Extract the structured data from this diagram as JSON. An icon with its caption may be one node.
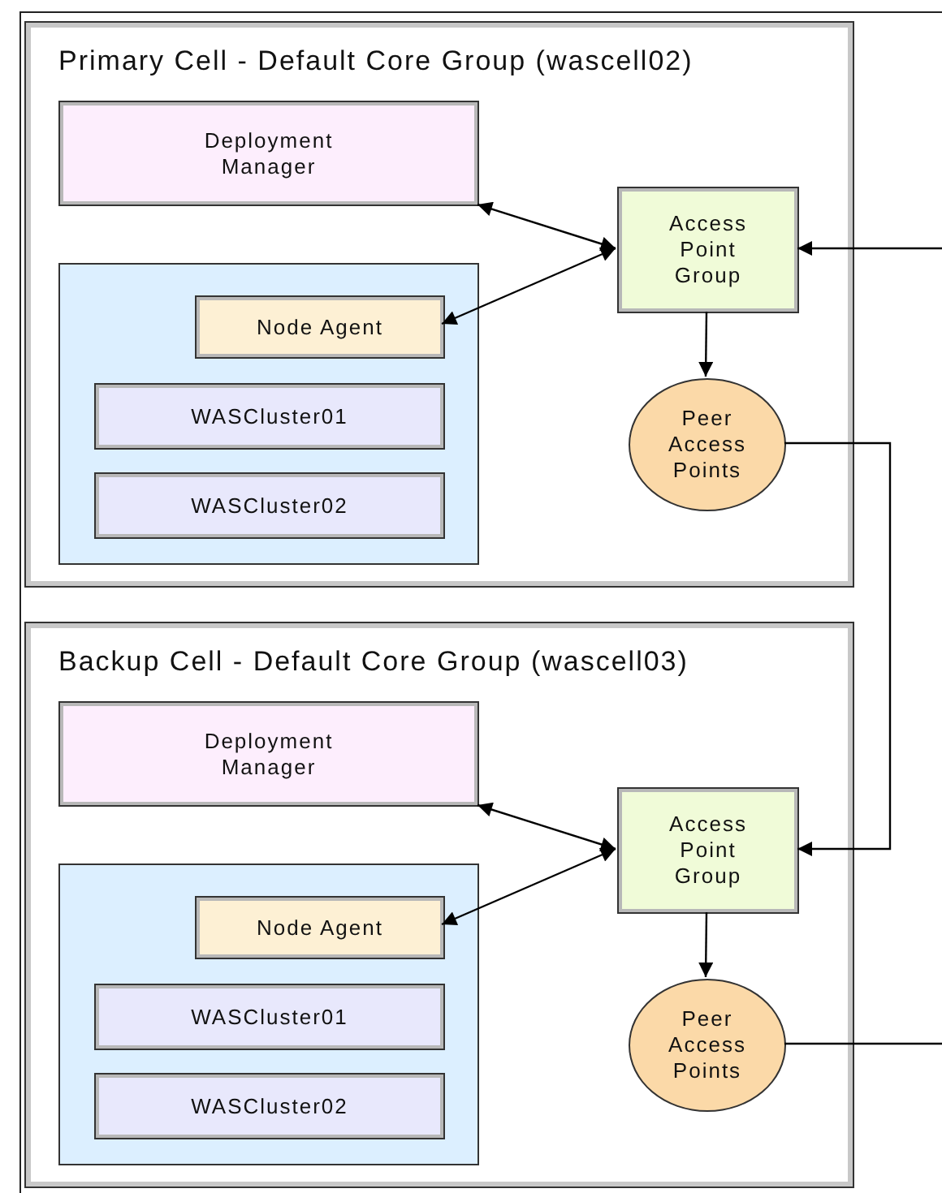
{
  "diagram": {
    "nodes": [
      {
        "text": [
          "Primary Cell - Default Core Group (wascell02)"
        ]
      },
      {
        "text": [
          "Deployment Manager"
        ],
        "in": 0
      },
      {
        "text": [],
        "shape": "box",
        "in": 0
      },
      {
        "text": [
          "Node Agent"
        ],
        "in": 2
      },
      {
        "text": [
          "WASCluster01"
        ],
        "in": 2
      },
      {
        "text": [
          "WASCluster02"
        ],
        "in": 2
      },
      {
        "text": [
          "Access Point Group"
        ],
        "in": 0
      },
      {
        "text": [
          "Peer Access Points"
        ],
        "in": 0
      },
      {
        "text": [
          "Backup Cell - Default Core Group (wascell03)"
        ]
      },
      {
        "text": [
          "Deployment Manager"
        ],
        "in": 8
      },
      {
        "text": [],
        "shape": "box",
        "in": 8
      },
      {
        "text": [
          "Node Agent"
        ],
        "in": 10
      },
      {
        "text": [
          "WASCluster01"
        ],
        "in": 10
      },
      {
        "text": [
          "WASCluster02"
        ],
        "in": 10
      },
      {
        "text": [
          "Access Point Group"
        ],
        "in": 8
      },
      {
        "text": [
          "Peer Access Points"
        ],
        "in": 8
      }
    ],
    "edges": [
      {
        "from": 1,
        "to": 6,
        "arrow": "both"
      },
      {
        "from": 3,
        "to": 6,
        "arrow": "both"
      },
      {
        "from": 6,
        "to": 7,
        "arrow": "to"
      },
      {
        "from": null,
        "to": 6,
        "arrow": "to"
      },
      {
        "from": 7,
        "to": 14,
        "arrow": "to"
      },
      {
        "from": 9,
        "to": 14,
        "arrow": "both"
      },
      {
        "from": 11,
        "to": 14,
        "arrow": "both"
      },
      {
        "from": 14,
        "to": 15,
        "arrow": "to"
      },
      {
        "from": 15,
        "to": null,
        "arrow": "none"
      }
    ]
  }
}
